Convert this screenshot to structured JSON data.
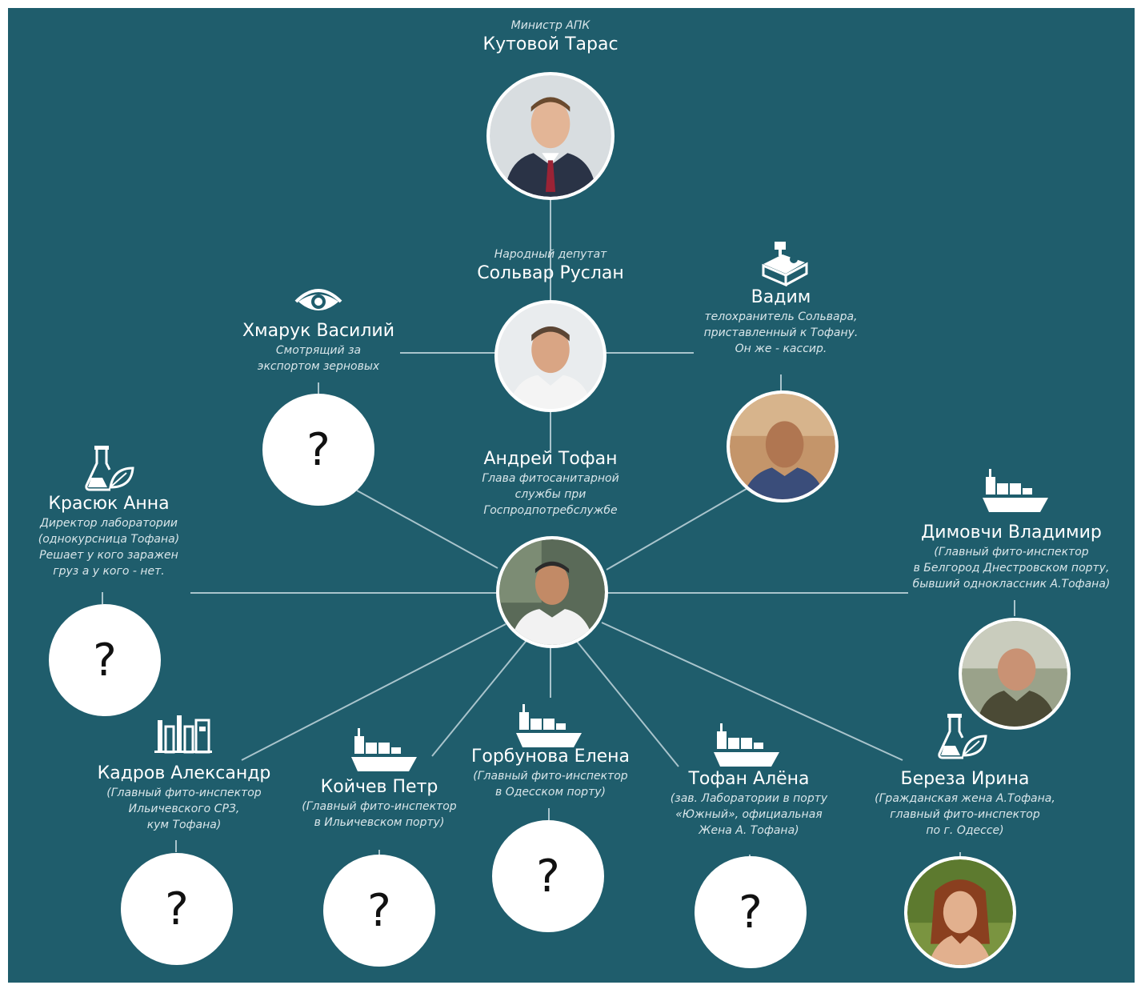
{
  "colors": {
    "background": "#1f5d6c",
    "line": "#a9c4cc",
    "text": "#ffffff"
  },
  "people": {
    "kutovoy": {
      "role": "Министр АПК",
      "name": "Кутовой Тарас",
      "photo": "photo"
    },
    "solvar": {
      "role": "Народный депутат",
      "name": "Сольвар Руслан",
      "photo": "photo"
    },
    "khmaruk": {
      "name": "Хмарук Василий",
      "role": "Смотрящий за\nэкспортом зерновых",
      "placeholder": "?",
      "icon": "eye-icon"
    },
    "vadim": {
      "name": "Вадим",
      "role": "телохранитель Сольвара,\nприставленный к Тофану.\nОн же - кассир.",
      "photo": "photo",
      "icon": "cash-register-icon"
    },
    "tofan": {
      "name": "Андрей Тофан",
      "role": "Глава фитосанитарной\nслужбы при\nГоспродпотребслужбе",
      "photo": "photo"
    },
    "krasyuk": {
      "name": "Красюк Анна",
      "role": "Директор лаборатории\n(однокурсница Тофана)\nРешает у кого заражен\nгруз а у кого - нет.",
      "placeholder": "?",
      "icon": "flask-leaf-icon"
    },
    "dimovchi": {
      "name": "Димовчи Владимир",
      "role": "(Главный фито-инспектор\nв Белгород Днестровском порту,\nбывший одноклассник А.Тофана)",
      "photo": "photo",
      "icon": "ship-icon"
    },
    "kadrov": {
      "name": "Кадров Александр",
      "role": "(Главный фито-инспектор\nИльичевского СРЗ,\nкум Тофана)",
      "placeholder": "?",
      "icon": "factory-icon"
    },
    "koychev": {
      "name": "Койчев Петр",
      "role": "(Главный фито-инспектор\nв Ильичевском порту)",
      "placeholder": "?",
      "icon": "ship-icon"
    },
    "gorbunova": {
      "name": "Горбунова Елена",
      "role": "(Главный фито-инспектор\nв Одесском порту)",
      "placeholder": "?",
      "icon": "ship-icon"
    },
    "tofan_alena": {
      "name": "Тофан Алёна",
      "role": "(зав. Лаборатории в порту\n«Южный», официальная\nЖена А. Тофана)",
      "placeholder": "?",
      "icon": "ship-icon"
    },
    "bereza": {
      "name": "Береза Ирина",
      "role": "(Гражданская жена А.Тофана,\nглавный фито-инспектор\nпо г. Одессе)",
      "photo": "photo",
      "icon": "flask-leaf-icon"
    }
  }
}
